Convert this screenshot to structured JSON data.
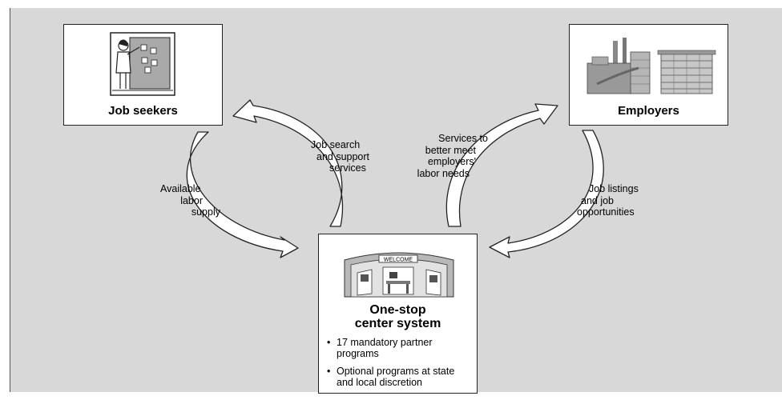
{
  "nodes": {
    "job_seekers": {
      "title": "Job seekers",
      "illustration": "person-at-board-icon"
    },
    "employers": {
      "title": "Employers",
      "illustration": "factory-and-office-buildings-icon"
    },
    "center": {
      "title_line1": "One-stop",
      "title_line2": "center system",
      "sign": "WELCOME",
      "illustration": "welcome-center-icon",
      "bullets": [
        {
          "line1": "17 mandatory partner",
          "line2": "programs"
        },
        {
          "line1": "Optional programs at state",
          "line2": "and local discretion"
        }
      ]
    }
  },
  "flows": {
    "available_labor": {
      "line1": "Available",
      "line2": "labor",
      "line3": "supply"
    },
    "job_search": {
      "line1": "Job search",
      "line2": "and support",
      "line3": "services"
    },
    "employer_services": {
      "line1": "Services to",
      "line2": "better meet",
      "line3": "employers'",
      "line4": "labor needs"
    },
    "job_listings": {
      "line1": "Job listings",
      "line2": "and job",
      "line3": "opportunities"
    }
  },
  "colors": {
    "panel": "#d8d8d8",
    "box": "#ffffff",
    "stroke": "#222222",
    "arrow_fill": "#ffffff"
  }
}
